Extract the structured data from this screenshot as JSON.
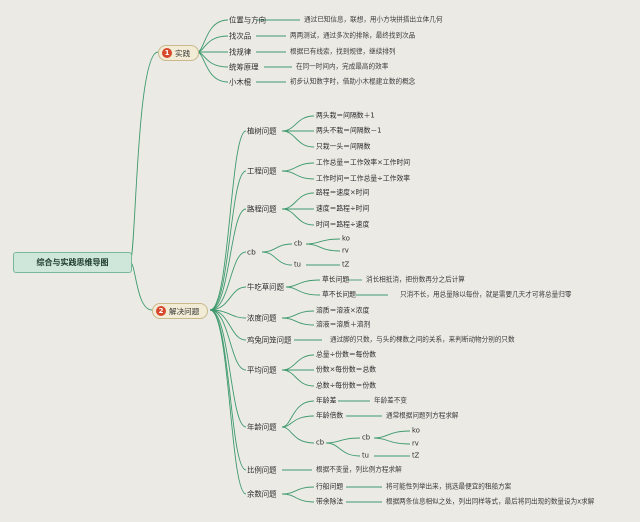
{
  "root": "综合与实践思维导图",
  "practice": {
    "badge": "1",
    "label": "实践",
    "items": [
      {
        "label": "位置与方向",
        "desc": "通过已知信息，联想，用小方块拼搭出立体几何"
      },
      {
        "label": "找次品",
        "desc": "两两测试，通过多次的排除，最终找到次品"
      },
      {
        "label": "找规律",
        "desc": "根据已有线索，找到规律，继续排列"
      },
      {
        "label": "统筹原理",
        "desc": "在同一时间内，完成最高的效率"
      },
      {
        "label": "小木棍",
        "desc": "初步认知数字时，借助小木棍建立数的概念"
      }
    ]
  },
  "solve": {
    "badge": "2",
    "label": "解决问题",
    "tree": {
      "tree_problem": {
        "label": "植树问题",
        "items": [
          "两头栽＝间隔数＋1",
          "两头不栽＝间隔数－1",
          "只栽一头＝间隔数"
        ]
      },
      "work_problem": {
        "label": "工程问题",
        "items": [
          "工作总量＝工作效率×工作时间",
          "工作时间＝工作总量÷工作效率"
        ]
      },
      "road_problem": {
        "label": "路程问题",
        "items": [
          "路程＝速度×时间",
          "速度＝路程÷时间",
          "时间＝路程÷速度"
        ]
      },
      "cb_group": {
        "label": "cb",
        "sub1": "cb",
        "sub2": "tu",
        "k1": "ko",
        "k2": "rv",
        "k3": "tZ"
      },
      "cow_problem": {
        "label": "牛吃草问题",
        "a": "草长问题",
        "a_desc": "消长相抵消，把份数再分之后计算",
        "b": "草不长问题",
        "b_desc": "只消不长，用总量除以每份，就是需要几天才可将总量归零"
      },
      "concentration": {
        "label": "浓度问题",
        "items": [
          "溶质＝溶液×浓度",
          "溶液＝溶质＋溶剂"
        ]
      },
      "chicken_rabbit": {
        "label": "鸡兔同笼问题",
        "desc": "通过脚的只数，与头的棵数之间的关系，来判断动物分别的只数"
      },
      "average": {
        "label": "平均问题",
        "items": [
          "总量÷份数＝每份数",
          "份数×每份数＝总数",
          "总数÷每份数＝份数"
        ]
      },
      "age_problem": {
        "label": "年龄问题",
        "a": "年龄差",
        "a_desc": "年龄差不变",
        "b": "年龄倍数",
        "b_desc": "通常根据问题列方程求解",
        "c": "cb",
        "c_sub1": "cb",
        "c_sub2": "tu",
        "k1": "ko",
        "k2": "rv",
        "k3": "tZ"
      },
      "ratio": {
        "label": "比例问题",
        "desc": "根据不变量，列比例方程求解"
      },
      "remainder": {
        "label": "余数问题",
        "a": "行船问题",
        "a_desc": "将可能性列举出来，挑选最便宜的租船方案",
        "b": "带余除法",
        "b_desc": "根据两条信息相似之处，列出同样等式，最后将同出现的数量设为x求解"
      }
    }
  },
  "colors": {
    "line": "#3f9a6e",
    "badge": "#d7472b",
    "root_fill": "#cfe7da",
    "branch_fill": "#f2ecd6"
  }
}
